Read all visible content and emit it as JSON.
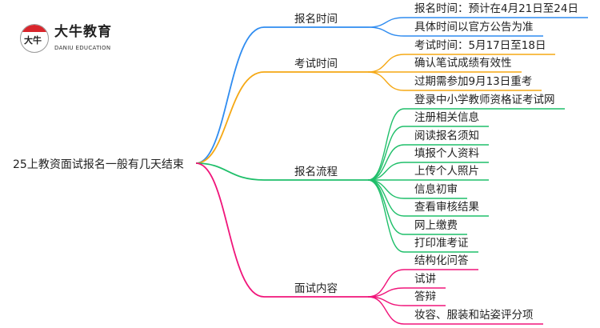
{
  "logo": {
    "cn": "大牛教育",
    "en": "DANIU EDUCATION",
    "glyph": "大牛"
  },
  "root": "25上教资面试报名一般有几天结束",
  "branches": [
    {
      "label": "报名时间",
      "color": "#2f8cf0",
      "leaves": [
        "报名时间：预计在4月21日至24日",
        "具体时间以官方公告为准"
      ]
    },
    {
      "label": "考试时间",
      "color": "#f5a814",
      "leaves": [
        "考试时间：5月17日至18日",
        "确认笔试成绩有效性",
        "过期需参加9月13日重考"
      ]
    },
    {
      "label": "报名流程",
      "color": "#1fbf6a",
      "leaves": [
        "登录中小学教师资格证考试网",
        "注册相关信息",
        "阅读报名须知",
        "填报个人资料",
        "上传个人照片",
        "信息初审",
        "查看审核结果",
        "网上缴费",
        "打印准考证"
      ]
    },
    {
      "label": "面试内容",
      "color": "#f0157a",
      "leaves": [
        "结构化问答",
        "试讲",
        "答辩",
        "妆容、服装和站姿评分项"
      ]
    }
  ]
}
